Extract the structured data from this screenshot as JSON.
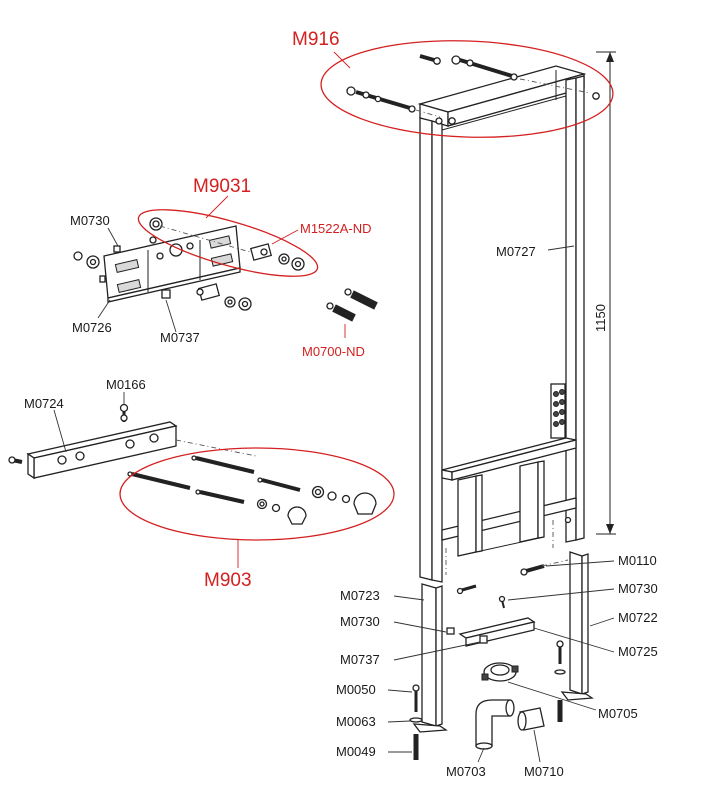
{
  "groups": {
    "m916": "M916",
    "m9031": "M9031",
    "m903": "M903"
  },
  "parts": {
    "m0730_top": "M0730",
    "m1522a_nd": "M1522A-ND",
    "m0726": "M0726",
    "m0737_top": "M0737",
    "m0700_nd": "M0700-ND",
    "m0727": "M0727",
    "m0166": "M0166",
    "m0724": "M0724",
    "m0110": "M0110",
    "m0730_right": "M0730",
    "m0722": "M0722",
    "m0725": "M0725",
    "m0723": "M0723",
    "m0730_left": "M0730",
    "m0737_bottom": "M0737",
    "m0705": "M0705",
    "m0050": "M0050",
    "m0063": "M0063",
    "m0049": "M0049",
    "m0703": "M0703",
    "m0710": "M0710"
  },
  "dimension": {
    "height": "1150"
  },
  "colors": {
    "highlight": "#d42020",
    "line": "#222222"
  }
}
